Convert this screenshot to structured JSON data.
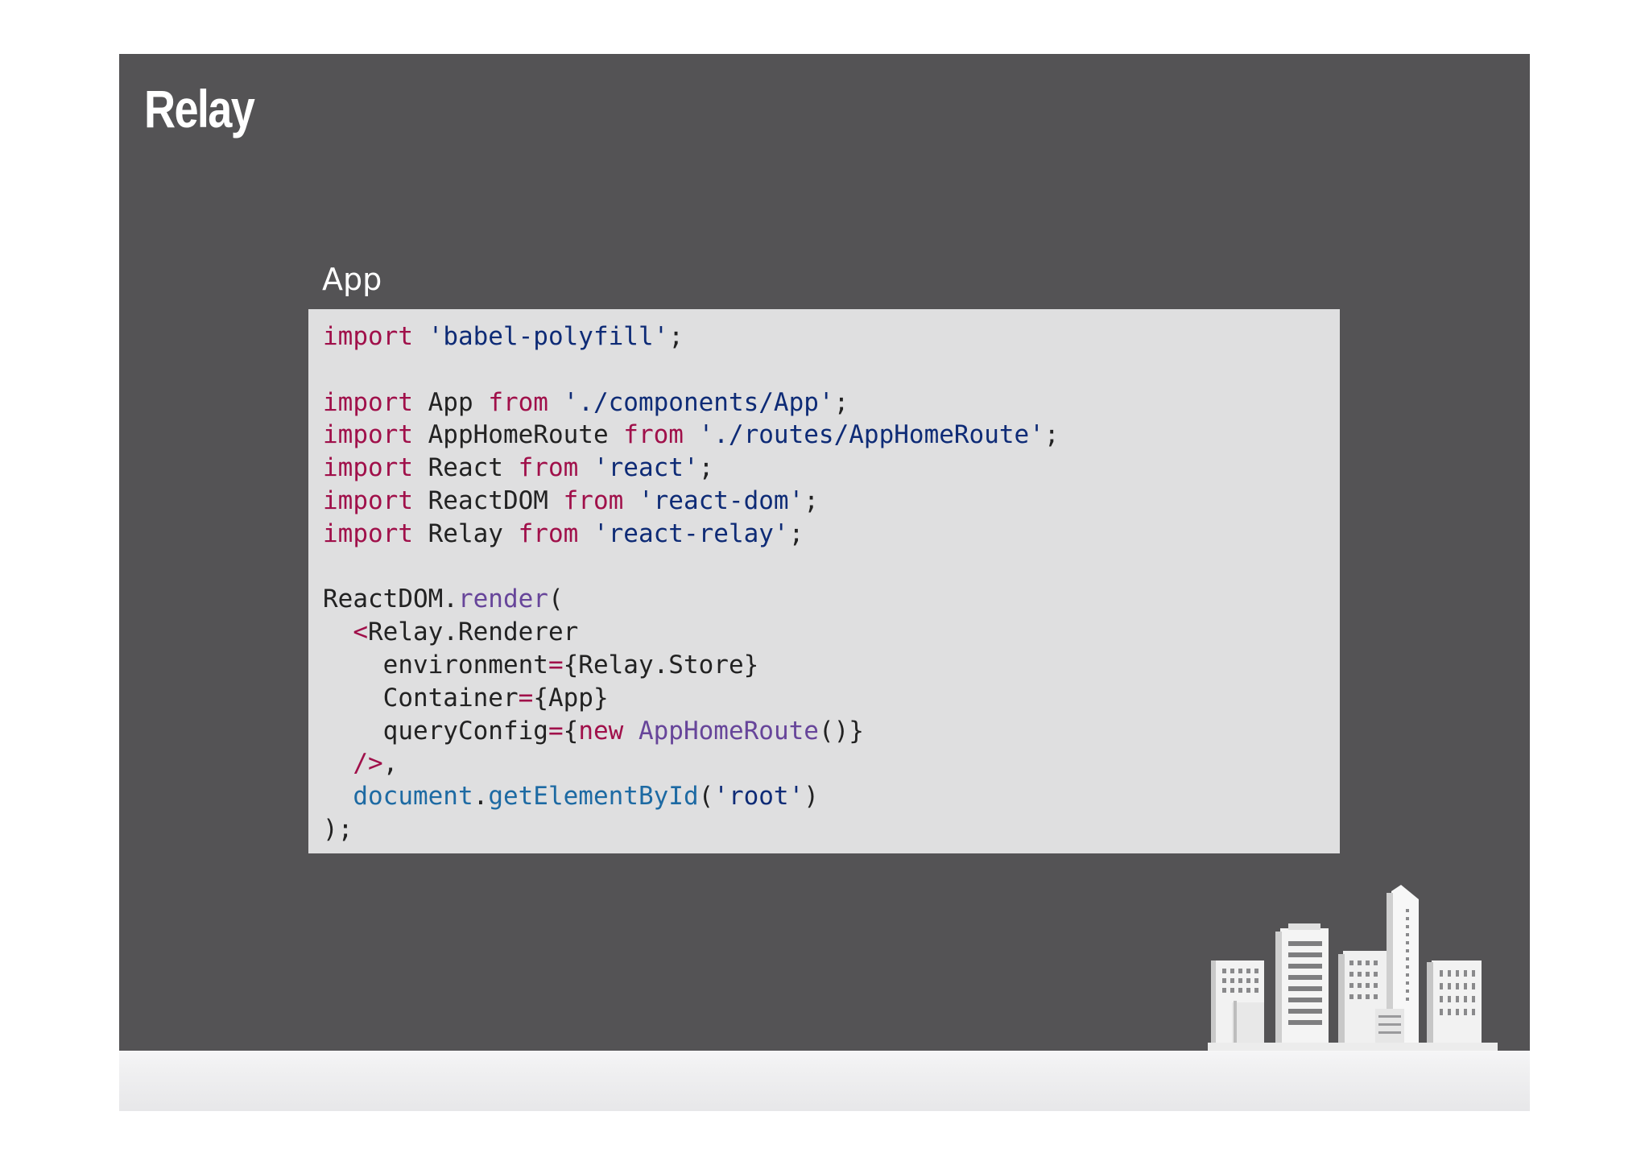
{
  "slide": {
    "title": "Relay",
    "section_label": "App"
  },
  "colors": {
    "slide_background": "#545355",
    "code_background": "#dfdfe0",
    "keyword": "#a0104a",
    "string": "#0e2b76",
    "function": "#67459a",
    "builtin": "#1d6aa3"
  },
  "code": {
    "language": "javascript",
    "lines": [
      [
        {
          "t": "keyword",
          "v": "import"
        },
        {
          "t": "plain",
          "v": " "
        },
        {
          "t": "string",
          "v": "'babel-polyfill'"
        },
        {
          "t": "plain",
          "v": ";"
        }
      ],
      [],
      [
        {
          "t": "keyword",
          "v": "import"
        },
        {
          "t": "plain",
          "v": " App "
        },
        {
          "t": "keyword",
          "v": "from"
        },
        {
          "t": "plain",
          "v": " "
        },
        {
          "t": "string",
          "v": "'./components/App'"
        },
        {
          "t": "plain",
          "v": ";"
        }
      ],
      [
        {
          "t": "keyword",
          "v": "import"
        },
        {
          "t": "plain",
          "v": " AppHomeRoute "
        },
        {
          "t": "keyword",
          "v": "from"
        },
        {
          "t": "plain",
          "v": " "
        },
        {
          "t": "string",
          "v": "'./routes/AppHomeRoute'"
        },
        {
          "t": "plain",
          "v": ";"
        }
      ],
      [
        {
          "t": "keyword",
          "v": "import"
        },
        {
          "t": "plain",
          "v": " React "
        },
        {
          "t": "keyword",
          "v": "from"
        },
        {
          "t": "plain",
          "v": " "
        },
        {
          "t": "string",
          "v": "'react'"
        },
        {
          "t": "plain",
          "v": ";"
        }
      ],
      [
        {
          "t": "keyword",
          "v": "import"
        },
        {
          "t": "plain",
          "v": " ReactDOM "
        },
        {
          "t": "keyword",
          "v": "from"
        },
        {
          "t": "plain",
          "v": " "
        },
        {
          "t": "string",
          "v": "'react-dom'"
        },
        {
          "t": "plain",
          "v": ";"
        }
      ],
      [
        {
          "t": "keyword",
          "v": "import"
        },
        {
          "t": "plain",
          "v": " Relay "
        },
        {
          "t": "keyword",
          "v": "from"
        },
        {
          "t": "plain",
          "v": " "
        },
        {
          "t": "string",
          "v": "'react-relay'"
        },
        {
          "t": "plain",
          "v": ";"
        }
      ],
      [],
      [
        {
          "t": "plain",
          "v": "ReactDOM."
        },
        {
          "t": "func",
          "v": "render"
        },
        {
          "t": "plain",
          "v": "("
        }
      ],
      [
        {
          "t": "plain",
          "v": "  "
        },
        {
          "t": "keyword",
          "v": "<"
        },
        {
          "t": "plain",
          "v": "Relay.Renderer"
        }
      ],
      [
        {
          "t": "plain",
          "v": "    environment"
        },
        {
          "t": "keyword",
          "v": "="
        },
        {
          "t": "plain",
          "v": "{Relay.Store}"
        }
      ],
      [
        {
          "t": "plain",
          "v": "    Container"
        },
        {
          "t": "keyword",
          "v": "="
        },
        {
          "t": "plain",
          "v": "{App}"
        }
      ],
      [
        {
          "t": "plain",
          "v": "    queryConfig"
        },
        {
          "t": "keyword",
          "v": "="
        },
        {
          "t": "plain",
          "v": "{"
        },
        {
          "t": "keyword",
          "v": "new"
        },
        {
          "t": "plain",
          "v": " "
        },
        {
          "t": "func",
          "v": "AppHomeRoute"
        },
        {
          "t": "plain",
          "v": "()}"
        }
      ],
      [
        {
          "t": "plain",
          "v": "  "
        },
        {
          "t": "keyword",
          "v": "/>"
        },
        {
          "t": "plain",
          "v": ","
        }
      ],
      [
        {
          "t": "plain",
          "v": "  "
        },
        {
          "t": "builtin",
          "v": "document"
        },
        {
          "t": "plain",
          "v": "."
        },
        {
          "t": "builtin",
          "v": "getElementById"
        },
        {
          "t": "plain",
          "v": "("
        },
        {
          "t": "string",
          "v": "'root'"
        },
        {
          "t": "plain",
          "v": ")"
        }
      ],
      [
        {
          "t": "plain",
          "v": ");"
        }
      ]
    ]
  },
  "decoration": {
    "icon": "city-skyline-icon"
  }
}
